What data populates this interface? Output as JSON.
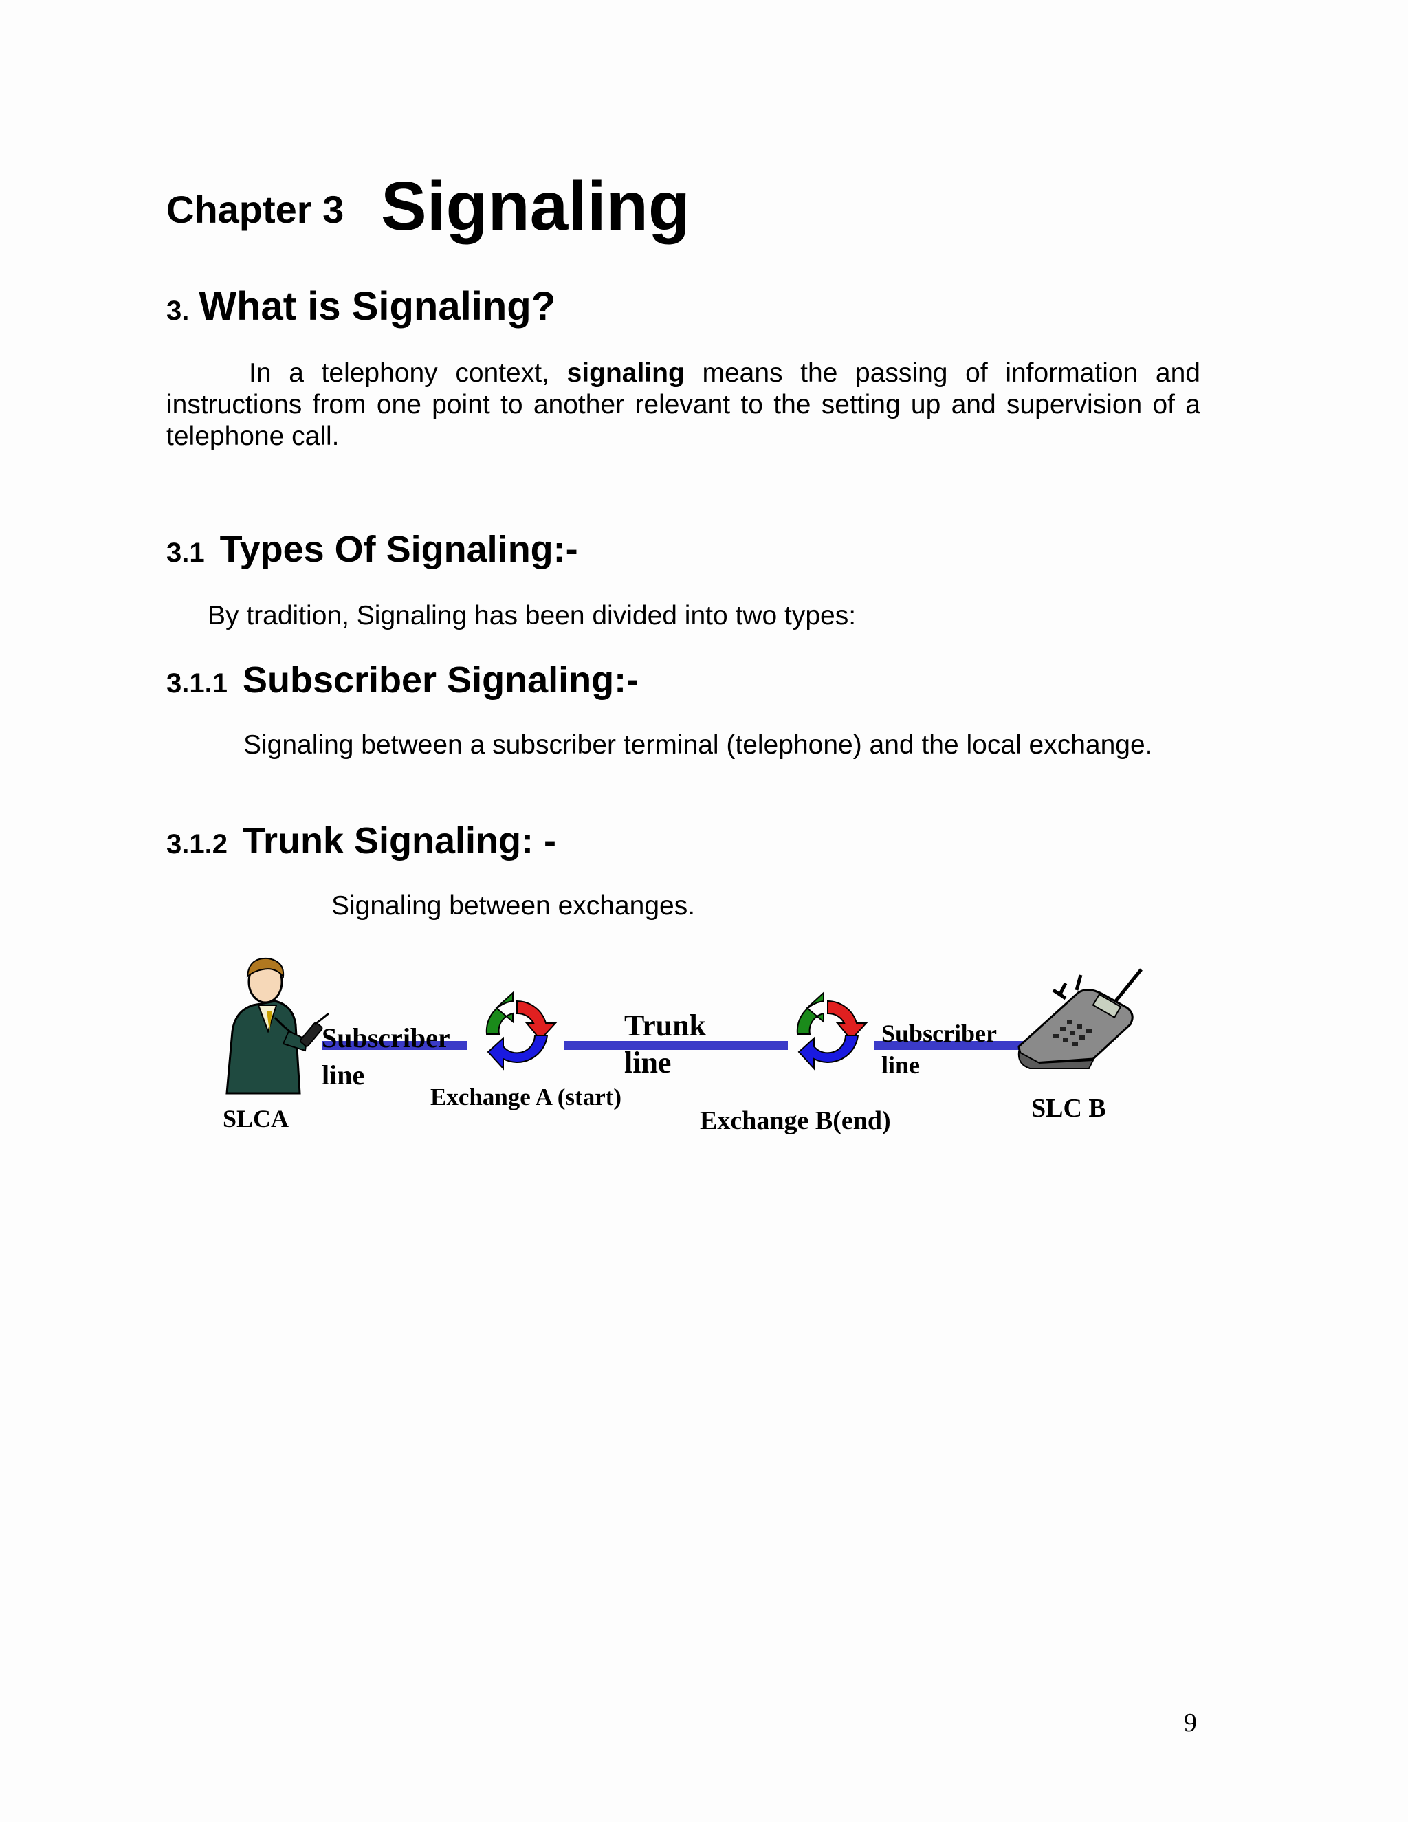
{
  "chapter": {
    "label": "Chapter 3",
    "title": "Signaling"
  },
  "section_3": {
    "number": "3.",
    "title": "What is Signaling?",
    "intro_before": "In a telephony context,",
    "intro_bold": "signaling",
    "intro_after": "means the passing of information and instructions from one point to another relevant to the setting up and supervision of a telephone call."
  },
  "section_3_1": {
    "number": "3.1",
    "title": "Types Of Signaling:-",
    "text": "By tradition, Signaling has been divided into two types:"
  },
  "section_3_1_1": {
    "number": "3.1.1",
    "title": "Subscriber Signaling:-",
    "text": "Signaling between a subscriber terminal (telephone) and the local exchange."
  },
  "section_3_1_2": {
    "number": "3.1.2",
    "title": "Trunk Signaling: -",
    "text": "Signaling between exchanges."
  },
  "diagram": {
    "slca": "SLCA",
    "subscriber_line_a_1": "Subscriber",
    "subscriber_line_a_2": "line",
    "exchange_a": "Exchange A (start)",
    "trunk_1": "Trunk",
    "trunk_2": "line",
    "exchange_b": "Exchange B(end)",
    "subscriber_line_b_1": "Subscriber",
    "subscriber_line_b_2": "line",
    "slc_b": "SLC B",
    "line_color": "#3b3bc8",
    "arrow_colors": [
      "#e02020",
      "#1a8a1a",
      "#1a1ae0"
    ]
  },
  "page_number": "9"
}
